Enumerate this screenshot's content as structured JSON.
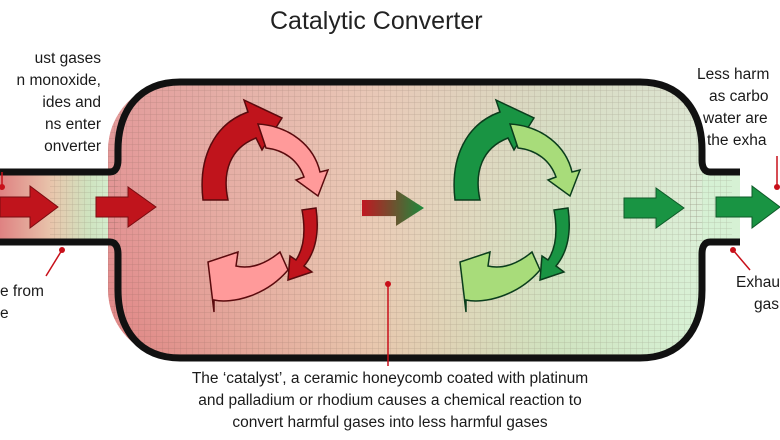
{
  "title": "Catalytic Converter",
  "labels": {
    "inlet": [
      "ust gases",
      "n monoxide,",
      "ides and",
      "ns enter",
      "onverter"
    ],
    "pipe_from": [
      "e from",
      "e"
    ],
    "outlet_gases": [
      "Less harm",
      "as carbo",
      "water are",
      "the exha"
    ],
    "exhaust": [
      "Exhau",
      "gas"
    ],
    "catalyst_description": [
      "The ‘catalyst’, a ceramic honeycomb coated with platinum",
      "and palladium or rhodium causes a  chemical reaction to",
      "convert harmful gases into less harmful gases"
    ]
  },
  "colors": {
    "harmful": "#c0141c",
    "harmful_light": "#ff9a9a",
    "less_harmful": "#199443",
    "less_harmful_light": "#a8dc7a",
    "pointer": "#c8101a",
    "outline": "#111111"
  },
  "icons": {
    "cycle_harmful": "cycle-arrows-icon",
    "cycle_less_harmful": "cycle-arrows-icon",
    "flow": "arrow-right-icon"
  }
}
